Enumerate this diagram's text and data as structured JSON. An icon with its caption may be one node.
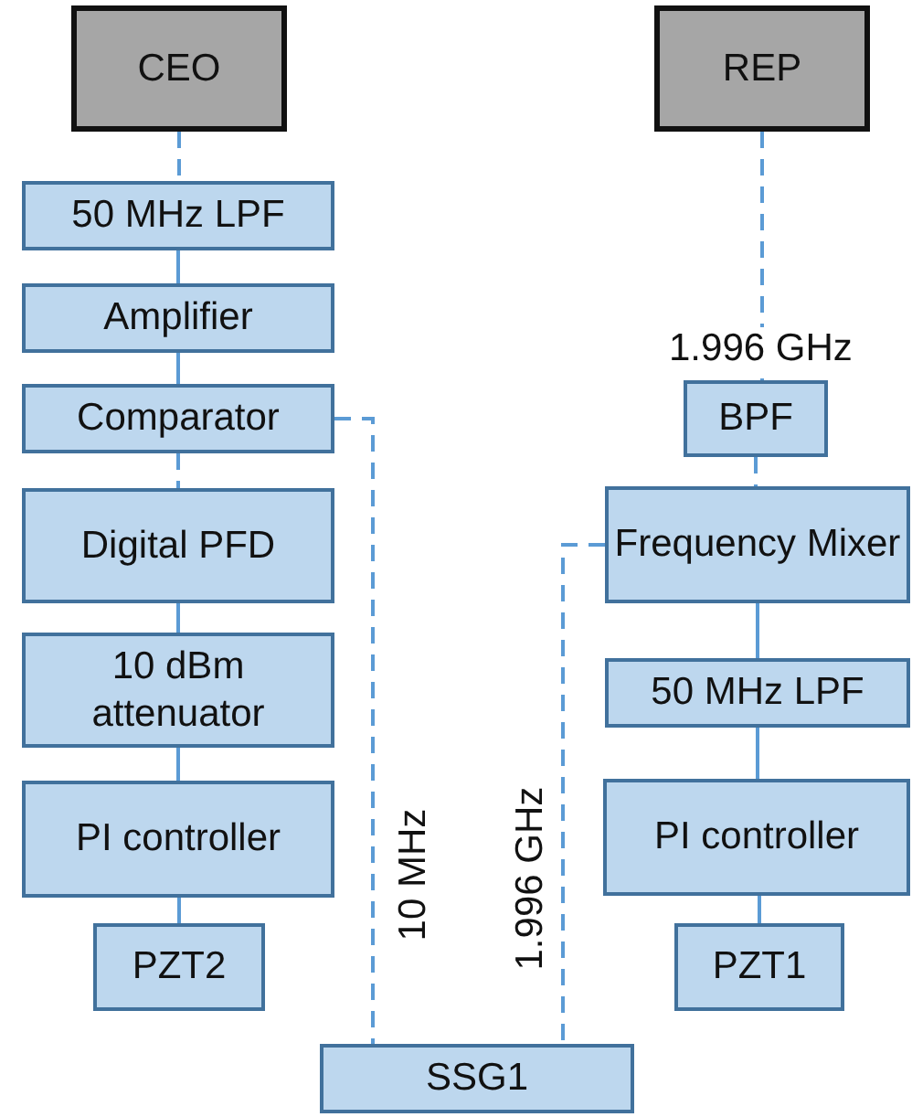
{
  "diagram": {
    "nodes": [
      {
        "text": [
          "CEO"
        ]
      },
      {
        "text": [
          "REP"
        ]
      },
      {
        "text": [
          "50 MHz LPF"
        ]
      },
      {
        "text": [
          "Amplifier"
        ]
      },
      {
        "text": [
          "Comparator"
        ]
      },
      {
        "text": [
          "Digital PFD"
        ]
      },
      {
        "text": [
          "10 dBm attenuator"
        ]
      },
      {
        "text": [
          "PI controller"
        ]
      },
      {
        "text": [
          "PZT2"
        ]
      },
      {
        "text": [
          "BPF"
        ]
      },
      {
        "text": [
          "Frequency Mixer"
        ]
      },
      {
        "text": [
          "50 MHz LPF"
        ]
      },
      {
        "text": [
          "PI controller"
        ]
      },
      {
        "text": [
          "PZT1"
        ]
      },
      {
        "text": [
          "SSG1"
        ]
      }
    ],
    "edges": [
      {
        "from": 0,
        "to": 2,
        "arrow": "none",
        "style": "dashed"
      },
      {
        "from": 2,
        "to": 3,
        "arrow": "none"
      },
      {
        "from": 3,
        "to": 4,
        "arrow": "none"
      },
      {
        "from": 4,
        "to": 5,
        "arrow": "none",
        "style": "dashed"
      },
      {
        "from": 5,
        "to": 6,
        "arrow": "none"
      },
      {
        "from": 6,
        "to": 7,
        "arrow": "none"
      },
      {
        "from": 7,
        "to": 8,
        "arrow": "none"
      },
      {
        "from": 4,
        "to": 14,
        "arrow": "none",
        "style": "dashed",
        "label": "10 MHz"
      },
      {
        "from": 1,
        "to": 9,
        "arrow": "none",
        "style": "dashed",
        "label": "1.996 GHz"
      },
      {
        "from": 9,
        "to": 10,
        "arrow": "none",
        "style": "dashed"
      },
      {
        "from": 10,
        "to": 11,
        "arrow": "none"
      },
      {
        "from": 11,
        "to": 12,
        "arrow": "none"
      },
      {
        "from": 12,
        "to": 13,
        "arrow": "none"
      },
      {
        "from": 10,
        "to": 14,
        "arrow": "none",
        "style": "dashed",
        "label": "1.996 GHz"
      }
    ]
  }
}
